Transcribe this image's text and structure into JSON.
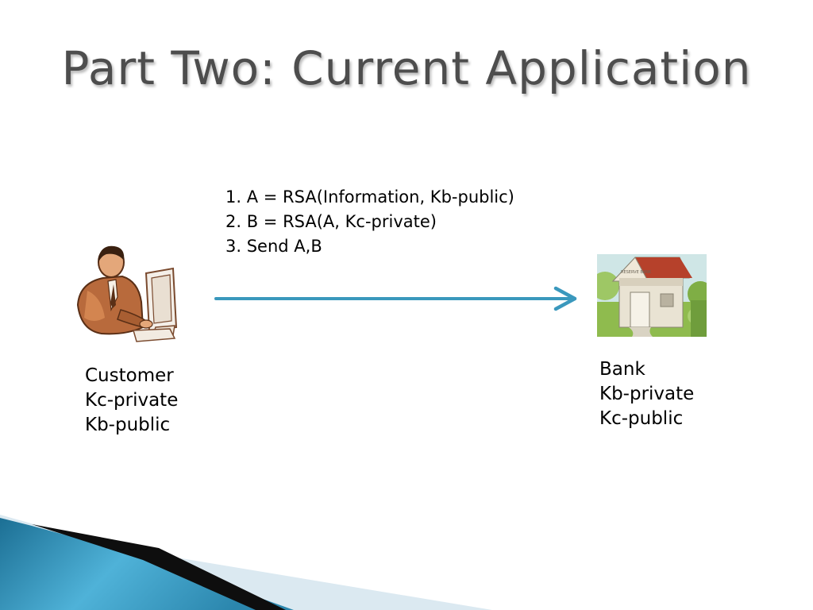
{
  "slide": {
    "title": "Part Two: Current Application",
    "steps": [
      "1. A = RSA(Information, Kb-public)",
      "2. B = RSA(A, Kc-private)",
      "3. Send A,B"
    ],
    "customer": {
      "icon": "person-at-computer-icon",
      "lines": [
        "Customer",
        "Kc-private",
        "Kb-public"
      ]
    },
    "bank": {
      "icon": "bank-building-icon",
      "sign_text": "RESERVE BANK",
      "lines": [
        "Bank",
        "Kb-private",
        "Kc-public"
      ]
    },
    "arrow_color": "#3a98bd",
    "theme_colors": {
      "dark_blue": "#1b6a8e",
      "light_blue": "#5fb9dc",
      "black_band": "#111111",
      "pale_blue": "#d6e8f1"
    }
  }
}
